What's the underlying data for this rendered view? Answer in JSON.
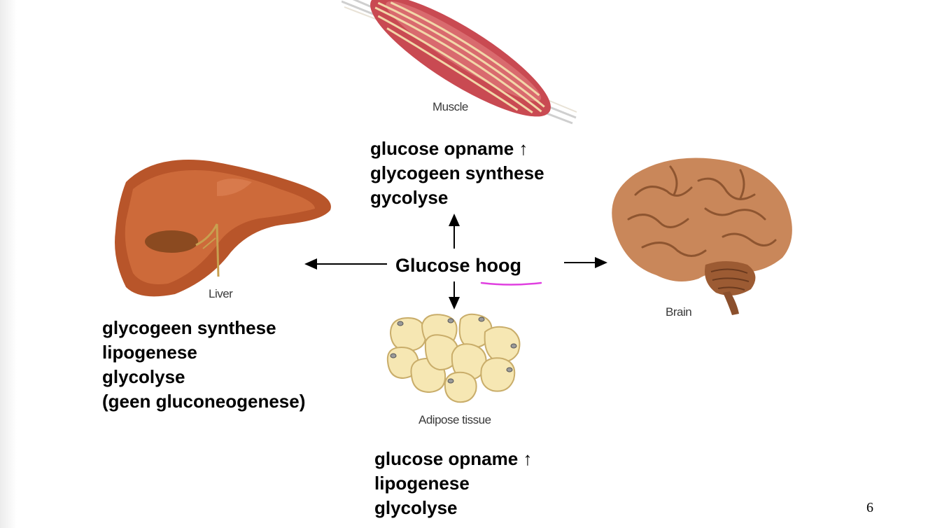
{
  "diagram": {
    "center": {
      "prefix": "Glucose",
      "emphasis": "hoog"
    },
    "organs": {
      "muscle": {
        "label": "Muscle",
        "effects": [
          "glucose opname ↑",
          "glycogeen synthese",
          "gycolyse"
        ]
      },
      "liver": {
        "label": "Liver",
        "effects": [
          "glycogeen synthese",
          "lipogenese",
          "glycolyse",
          "(geen gluconeogenese)"
        ]
      },
      "adipose": {
        "label": "Adipose tissue",
        "effects": [
          "glucose opname ↑",
          "lipogenese",
          "glycolyse"
        ]
      },
      "brain": {
        "label": "Brain"
      }
    },
    "annotation_color": "#e040e0"
  },
  "page_number": "6"
}
